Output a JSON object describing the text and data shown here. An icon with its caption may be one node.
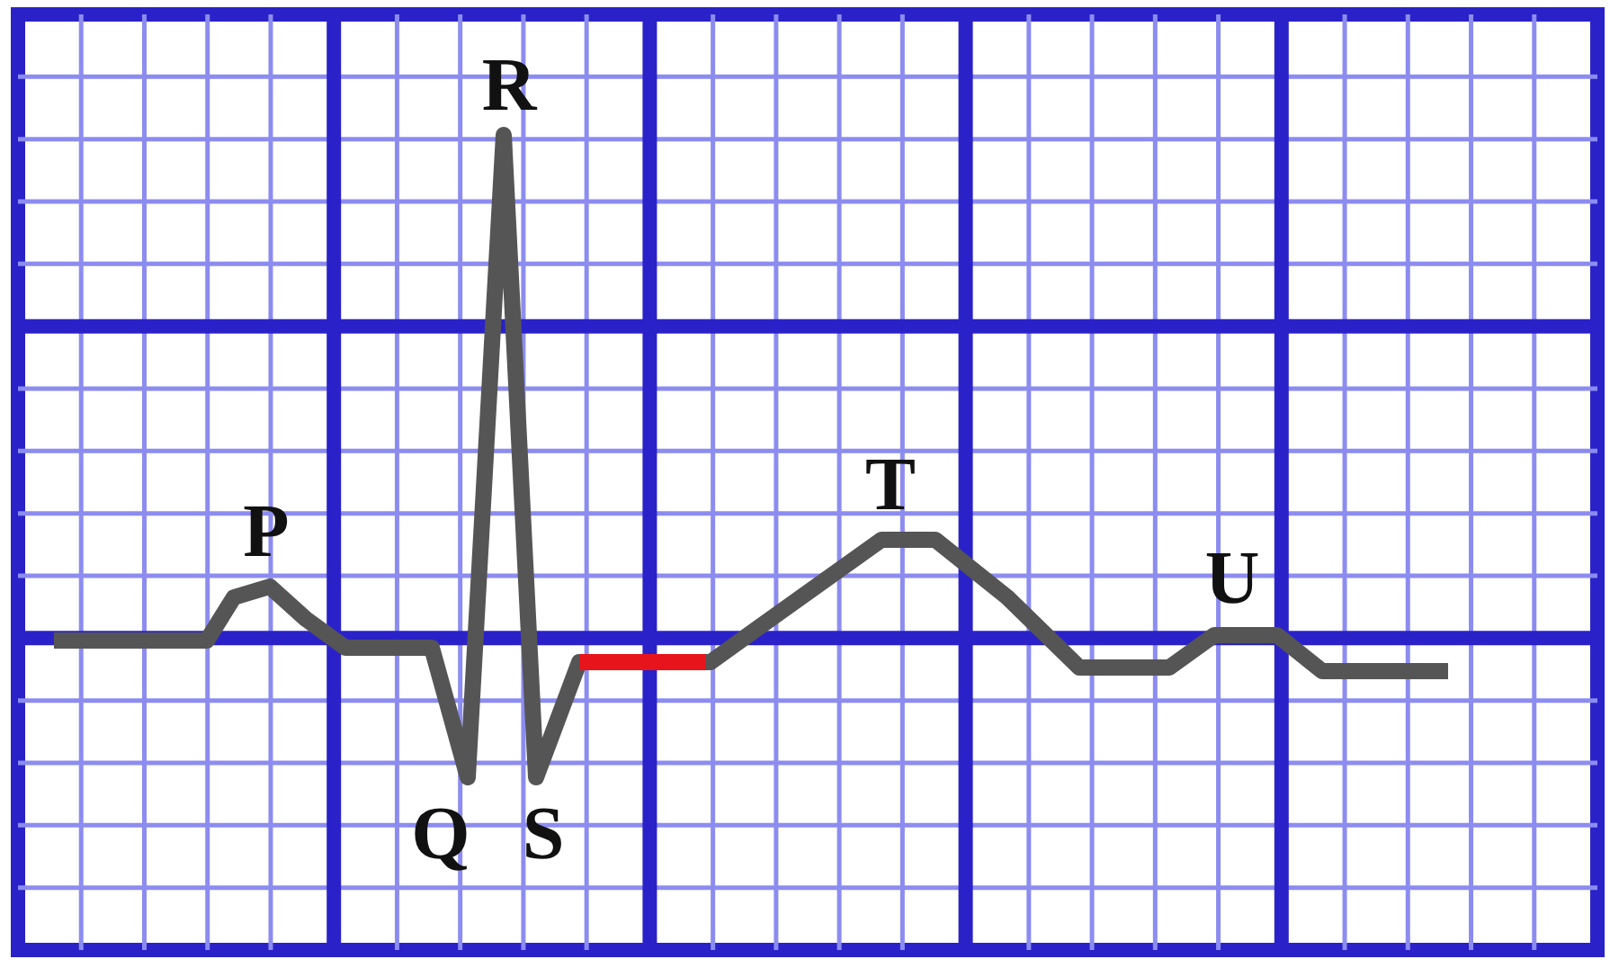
{
  "diagram": {
    "labels": [
      "R",
      "T",
      "P",
      "U",
      "Q",
      "S"
    ]
  }
}
